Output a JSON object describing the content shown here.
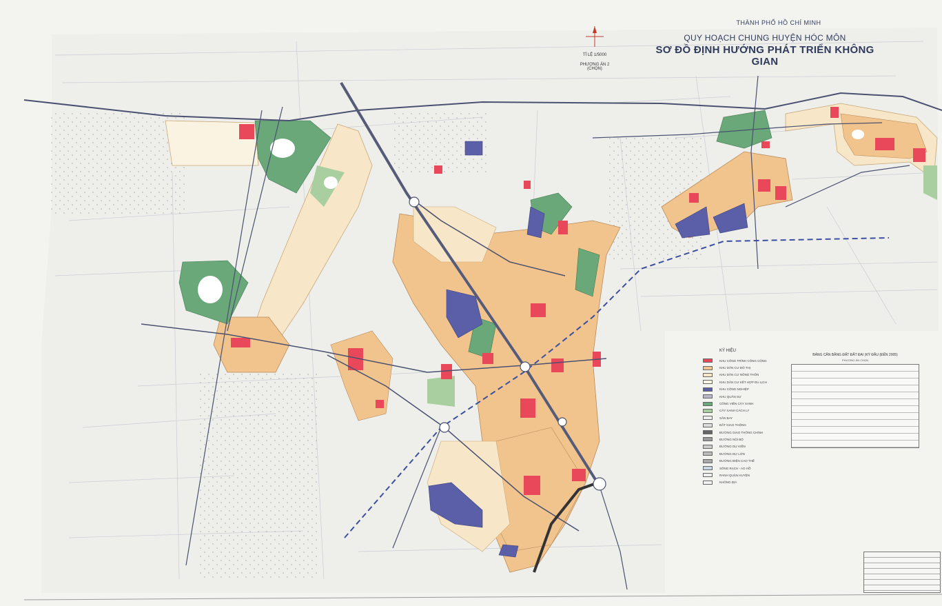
{
  "map": {
    "title_city": "THÀNH PHỐ HỒ CHÍ MINH",
    "title_plan": "QUY HOẠCH CHUNG HUYỆN HÓC MÔN",
    "title_main": "SƠ ĐỒ ĐỊNH HƯỚNG PHÁT TRIỂN KHÔNG GIAN",
    "scale_text": "TỈ LỆ 1/5000",
    "option_text": "PHƯƠNG ÁN 2 (CHỌN)",
    "legend_title": "KÝ HIỆU",
    "legend_items": [
      {
        "label": "KHU CÔNG TRÌNH CÔNG CỘNG",
        "color": "#e8485a"
      },
      {
        "label": "KHU DÂN CƯ ĐÔ THỊ",
        "color": "#f2c48d"
      },
      {
        "label": "KHU DÂN CƯ NÔNG THÔN",
        "color": "#f7e6c8"
      },
      {
        "label": "KHU DÂN CƯ KẾT HỢP DU LỊCH",
        "color": "#fbf3e2"
      },
      {
        "label": "KHU CÔNG NGHIỆP",
        "color": "#5a5fa8"
      },
      {
        "label": "KHU QUÂN SỰ",
        "color": "#b8b8c8"
      },
      {
        "label": "CÔNG VIÊN CÂY XANH",
        "color": "#6aa87a"
      },
      {
        "label": "CÂY XANH CÁCH LY",
        "color": "#a9cfa0"
      },
      {
        "label": "SÂN BAY",
        "color": "#eeeeee"
      },
      {
        "label": "ĐẤT GIAO THÔNG",
        "color": "#dddddd"
      },
      {
        "label": "ĐƯỜNG GIAO THÔNG CHÍNH",
        "color": "#666666"
      },
      {
        "label": "ĐƯỜNG NỘI BỘ",
        "color": "#999999"
      },
      {
        "label": "ĐƯỜNG DỰ KIẾN",
        "color": "#cccccc"
      },
      {
        "label": "ĐƯỜNG DỰ LỚN",
        "color": "#bbbbbb"
      },
      {
        "label": "ĐƯỜNG ĐIỆN CAO THẾ",
        "color": "#aaaaaa"
      },
      {
        "label": "SÔNG RẠCH - AO HỒ",
        "color": "#c9d6e6"
      },
      {
        "label": "RANH QUẬN HUYỆN",
        "color": "#eeeeee"
      },
      {
        "label": "KHÔNG ĐỊA",
        "color": "#f2f2f2"
      }
    ],
    "table_title": "BẢNG CÂN BẰNG ĐẤT ĐẤT ĐAI (KỲ ĐẦU (ĐẾN 2005)",
    "table_subtitle": "PHƯƠNG ÁN CHỌN"
  }
}
